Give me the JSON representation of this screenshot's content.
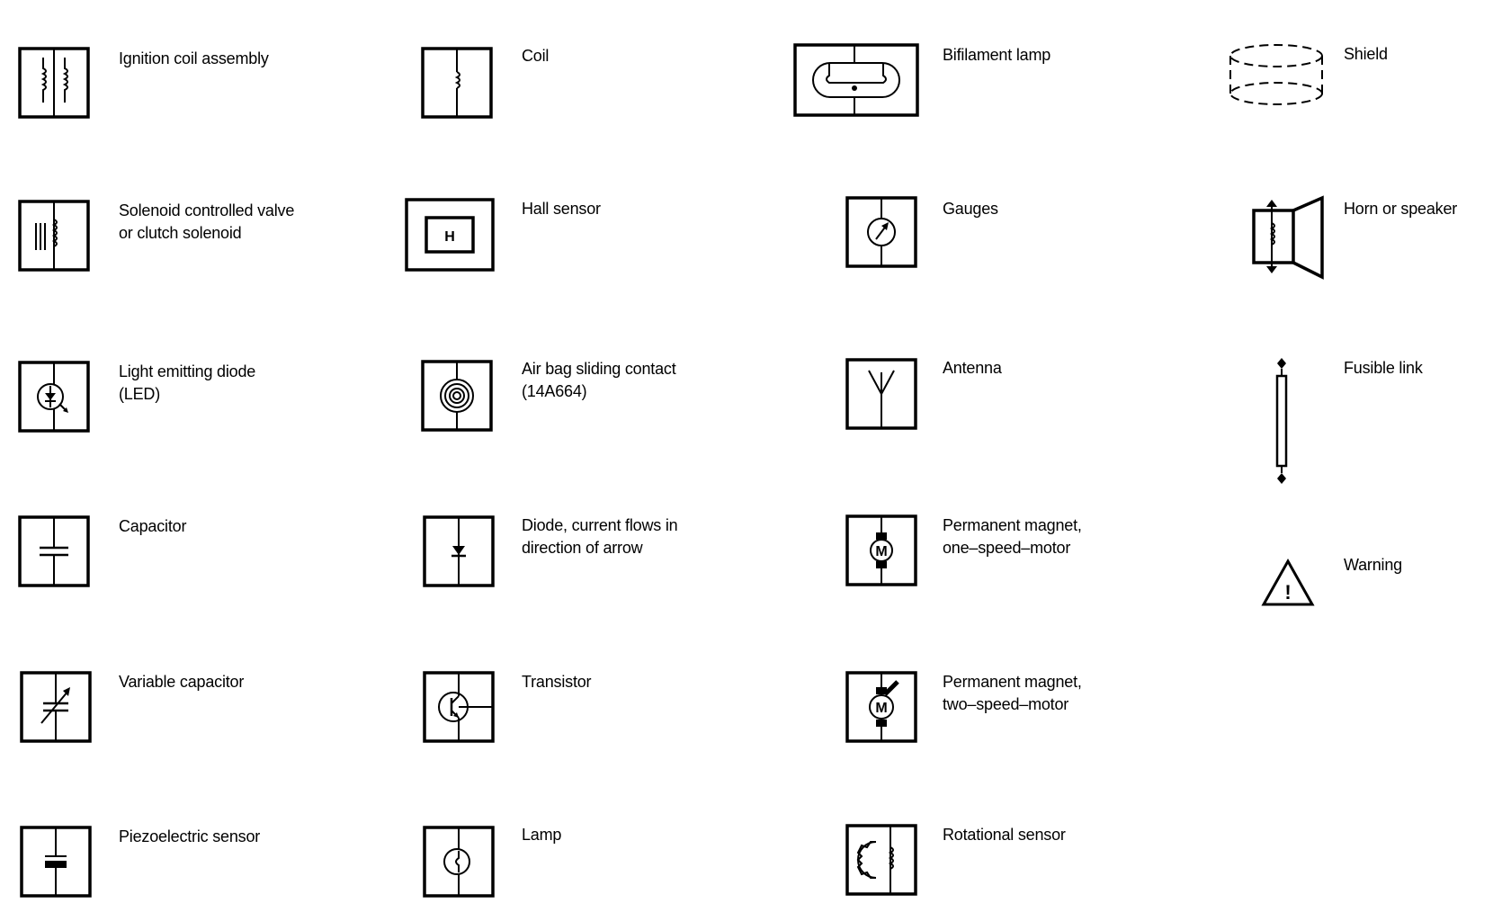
{
  "symbols": {
    "ignition_coil": "Ignition coil assembly",
    "solenoid_line1": "Solenoid controlled valve",
    "solenoid_line2": "or clutch solenoid",
    "led_line1": "Light emitting diode",
    "led_line2": "(LED)",
    "capacitor": "Capacitor",
    "variable_capacitor": "Variable capacitor",
    "piezo": "Piezoelectric sensor",
    "coil": "Coil",
    "hall": "Hall sensor",
    "hall_glyph": "H",
    "airbag_line1": "Air bag sliding contact",
    "airbag_line2": "(14A664)",
    "diode_line1": "Diode, current flows in",
    "diode_line2": "direction of arrow",
    "transistor": "Transistor",
    "lamp": "Lamp",
    "bifilament": "Bifilament lamp",
    "gauges": "Gauges",
    "antenna": "Antenna",
    "motor1_line1": "Permanent magnet,",
    "motor1_line2": "one–speed–motor",
    "motor_glyph": "M",
    "motor2_line1": "Permanent magnet,",
    "motor2_line2": "two–speed–motor",
    "rotational": "Rotational sensor",
    "shield": "Shield",
    "horn": "Horn or speaker",
    "fusible": "Fusible link",
    "warning": "Warning",
    "warning_glyph": "!"
  }
}
